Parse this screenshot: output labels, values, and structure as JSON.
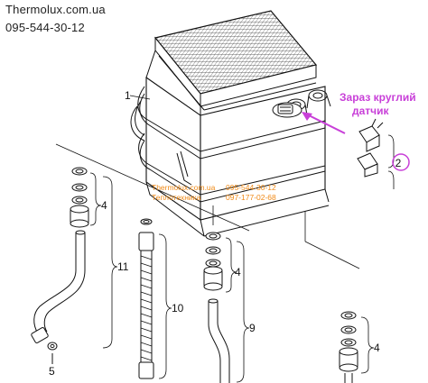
{
  "header": {
    "site": "Thermolux.com.ua",
    "phone": "095-544-30-12"
  },
  "annotation": {
    "line1": "Заpаз круглий",
    "line2": "датчик"
  },
  "watermark": {
    "line1_left": "Thermolux.com.ua",
    "line1_right": "095-544-30-12",
    "line2_left": "Теплотехника",
    "line2_right": "097-177-02-68"
  },
  "callouts": {
    "p1": "1",
    "p2": "2",
    "p4a": "4",
    "p4b": "4",
    "p4c": "4",
    "p5": "5",
    "p9": "9",
    "p10": "10",
    "p11": "11"
  },
  "colors": {
    "line": "#111111",
    "annotation": "#c83fd8",
    "watermark": "#f08a17"
  }
}
